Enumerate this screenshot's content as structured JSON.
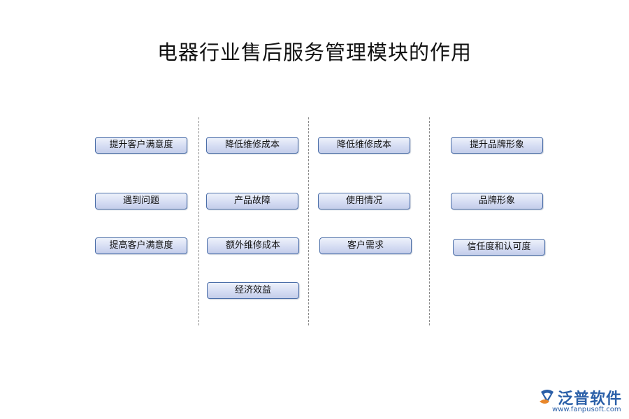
{
  "title": "电器行业售后服务管理模块的作用",
  "columns": [
    {
      "items": [
        "提升客户满意度",
        "遇到问题",
        "提高客户满意度"
      ]
    },
    {
      "items": [
        "降低维修成本",
        "产品故障",
        "额外维修成本",
        "经济效益"
      ]
    },
    {
      "items": [
        "降低维修成本",
        "使用情况",
        "客户需求"
      ]
    },
    {
      "items": [
        "提升品牌形象",
        "品牌形象",
        "信任度和认可度"
      ]
    }
  ],
  "logo": {
    "name": "泛普软件",
    "url": "www.fanpusoft.com",
    "colors": {
      "blue": "#2a5fa8",
      "orange": "#e8872a"
    }
  },
  "colors": {
    "box_border": "#4b6ea8",
    "box_fill": "#d6ddf3",
    "divider": "#8a8a8a"
  }
}
